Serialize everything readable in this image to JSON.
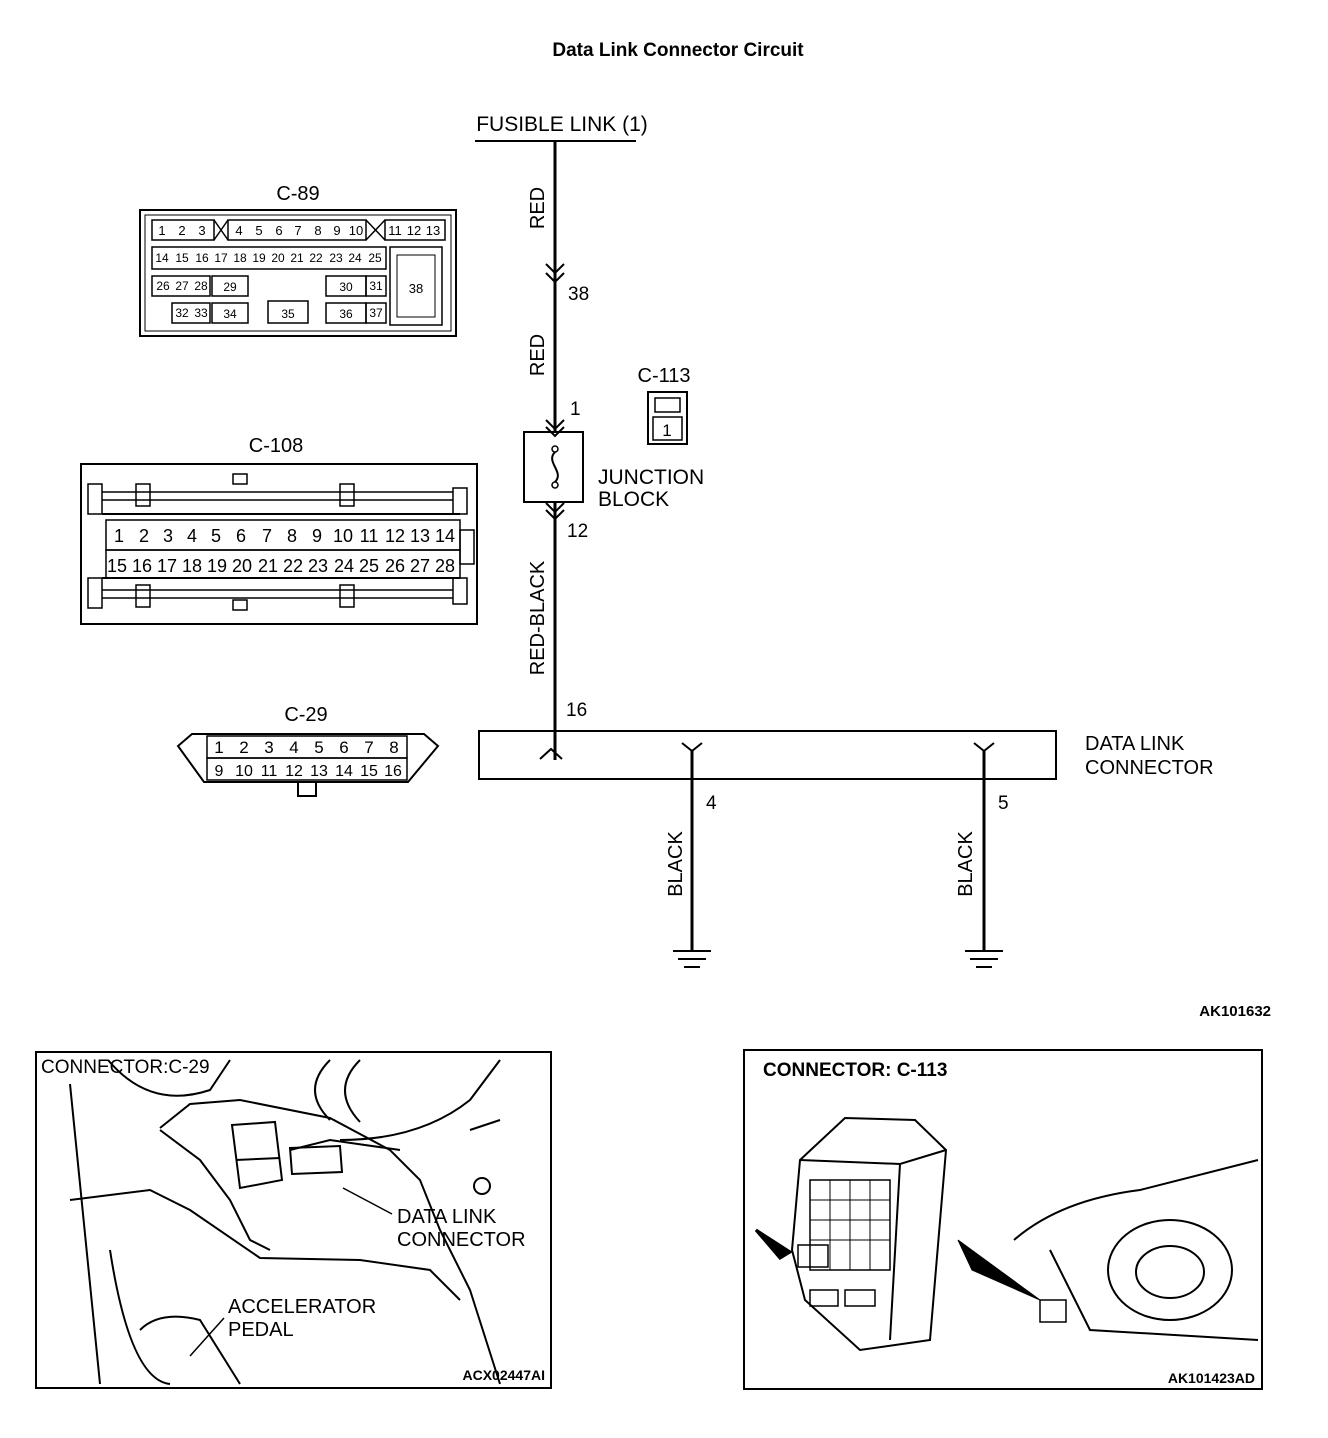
{
  "title": "Data Link Connector Circuit",
  "circuit": {
    "fusible_link": "FUSIBLE LINK (1)",
    "wire_red_1": "RED",
    "wire_red_2": "RED",
    "wire_red_black": "RED-BLACK",
    "wire_black_4": "BLACK",
    "wire_black_5": "BLACK",
    "pin_38": "38",
    "pin_1": "1",
    "pin_12": "12",
    "pin_16": "16",
    "pin_4": "4",
    "pin_5": "5",
    "junction_block_line1": "JUNCTION",
    "junction_block_line2": "BLOCK",
    "dlc_line1": "DATA LINK",
    "dlc_line2": "CONNECTOR",
    "figure_code": "AK101632"
  },
  "connectors": {
    "c89": {
      "label": "C-89",
      "row1": [
        "1",
        "2",
        "3",
        "",
        "4",
        "5",
        "6",
        "7",
        "8",
        "9",
        "10",
        "",
        "11",
        "12",
        "13"
      ],
      "row2": [
        "14",
        "15",
        "16",
        "17",
        "18",
        "19",
        "20",
        "21",
        "22",
        "23",
        "24",
        "25"
      ],
      "row3": [
        "26",
        "27",
        "28",
        "29",
        "30",
        "31",
        "38"
      ],
      "row4": [
        "32",
        "33",
        "34",
        "35",
        "36",
        "37"
      ]
    },
    "c113": {
      "label": "C-113",
      "pin": "1"
    },
    "c108": {
      "label": "C-108",
      "row1": [
        "1",
        "2",
        "3",
        "4",
        "5",
        "6",
        "7",
        "8",
        "9",
        "10",
        "11",
        "12",
        "13",
        "14"
      ],
      "row2": [
        "15",
        "16",
        "17",
        "18",
        "19",
        "20",
        "21",
        "22",
        "23",
        "24",
        "25",
        "26",
        "27",
        "28"
      ]
    },
    "c29": {
      "label": "C-29",
      "row1": [
        "1",
        "2",
        "3",
        "4",
        "5",
        "6",
        "7",
        "8"
      ],
      "row2": [
        "9",
        "10",
        "11",
        "12",
        "13",
        "14",
        "15",
        "16"
      ]
    }
  },
  "panel_left": {
    "title": "CONNECTOR:C-29",
    "callout_dlc_1": "DATA  LINK",
    "callout_dlc_2": "CONNECTOR",
    "callout_pedal_1": "ACCELERATOR",
    "callout_pedal_2": "PEDAL",
    "code": "ACX02447AI"
  },
  "panel_right": {
    "title": "CONNECTOR: C-113",
    "code": "AK101423AD"
  }
}
